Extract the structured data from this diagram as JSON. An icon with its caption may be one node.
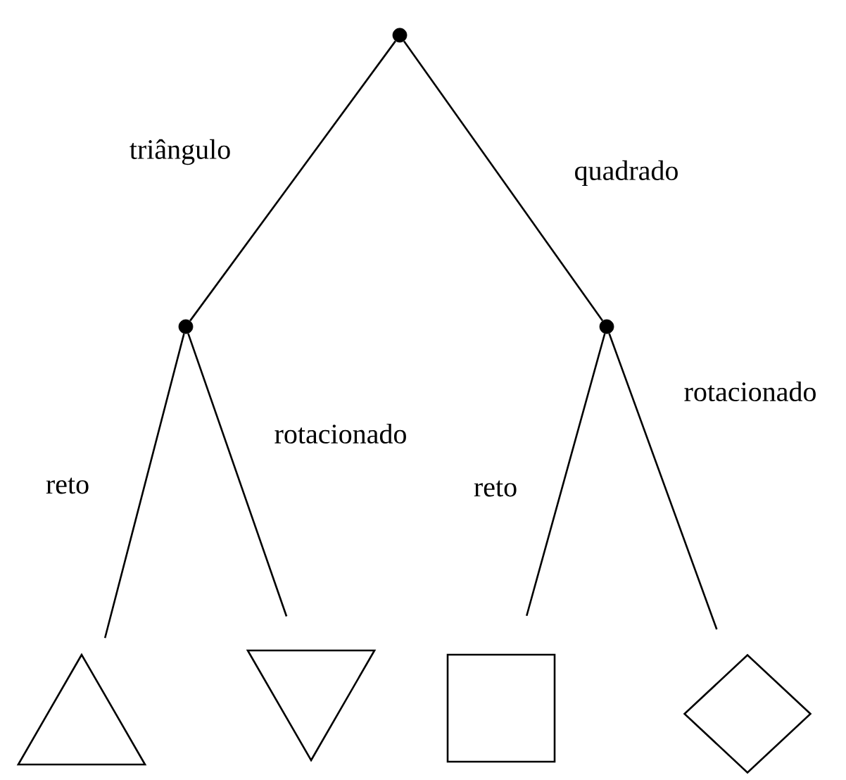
{
  "diagram": {
    "nodes": [
      {
        "text": [],
        "shape": "circle"
      },
      {
        "text": [],
        "shape": "circle"
      },
      {
        "text": [],
        "shape": "circle"
      },
      {
        "text": [],
        "shape": "triangle"
      },
      {
        "text": [],
        "shape": "triangle"
      },
      {
        "text": [],
        "shape": "square"
      },
      {
        "text": [],
        "shape": "diamond"
      }
    ],
    "edges": [
      {
        "from": 0,
        "to": 1,
        "arrow": "none",
        "label": "triângulo"
      },
      {
        "from": 0,
        "to": 2,
        "arrow": "none",
        "label": "quadrado"
      },
      {
        "from": 1,
        "to": 3,
        "arrow": "none",
        "label": "reto"
      },
      {
        "from": 1,
        "to": 4,
        "arrow": "none",
        "label": "rotacionado"
      },
      {
        "from": 2,
        "to": 5,
        "arrow": "none",
        "label": "reto"
      },
      {
        "from": 2,
        "to": 6,
        "arrow": "none",
        "label": "rotacionado"
      }
    ]
  }
}
